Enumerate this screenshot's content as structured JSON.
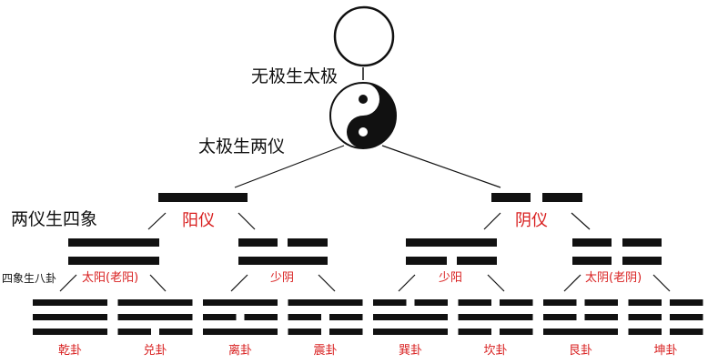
{
  "levels": {
    "wuji_to_taiji": "无极生太极",
    "taiji_to_yi": "太极生两仪",
    "yi_to_xiang": "两仪生四象",
    "xiang_to_gua": "四象生八卦"
  },
  "two_yi": [
    "阳仪",
    "阴仪"
  ],
  "four_xiang": [
    "太阳(老阳)",
    "少阴",
    "少阳",
    "太阴(老阴)"
  ],
  "eight_gua": [
    "乾卦",
    "兑卦",
    "离卦",
    "震卦",
    "巽卦",
    "坎卦",
    "艮卦",
    "坤卦"
  ],
  "trigram_lines": [
    [
      1,
      1,
      1
    ],
    [
      1,
      1,
      0
    ],
    [
      1,
      0,
      1
    ],
    [
      1,
      0,
      0
    ],
    [
      0,
      1,
      1
    ],
    [
      0,
      1,
      0
    ],
    [
      0,
      0,
      1
    ],
    [
      0,
      0,
      0
    ]
  ],
  "colors": {
    "ink": "#111111",
    "accent": "#d81e1e"
  }
}
